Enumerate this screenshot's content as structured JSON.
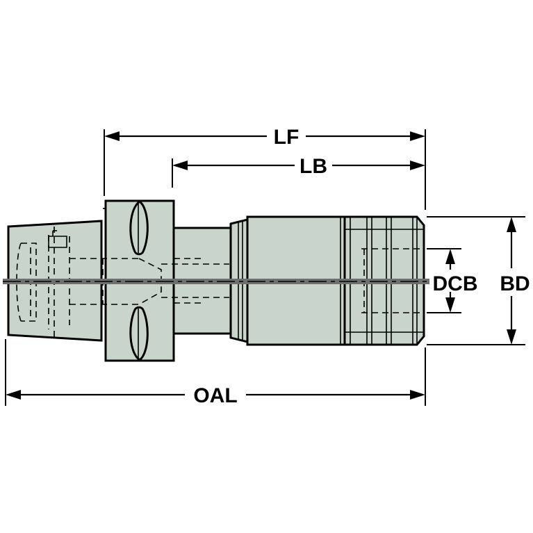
{
  "dimensions": {
    "lf": "LF",
    "lb": "LB",
    "dcb": "DCB",
    "bd": "BD",
    "oal": "OAL"
  },
  "colors": {
    "body": "#c9d5ca",
    "centerline": "#6f6f6f",
    "outline": "#000000"
  }
}
